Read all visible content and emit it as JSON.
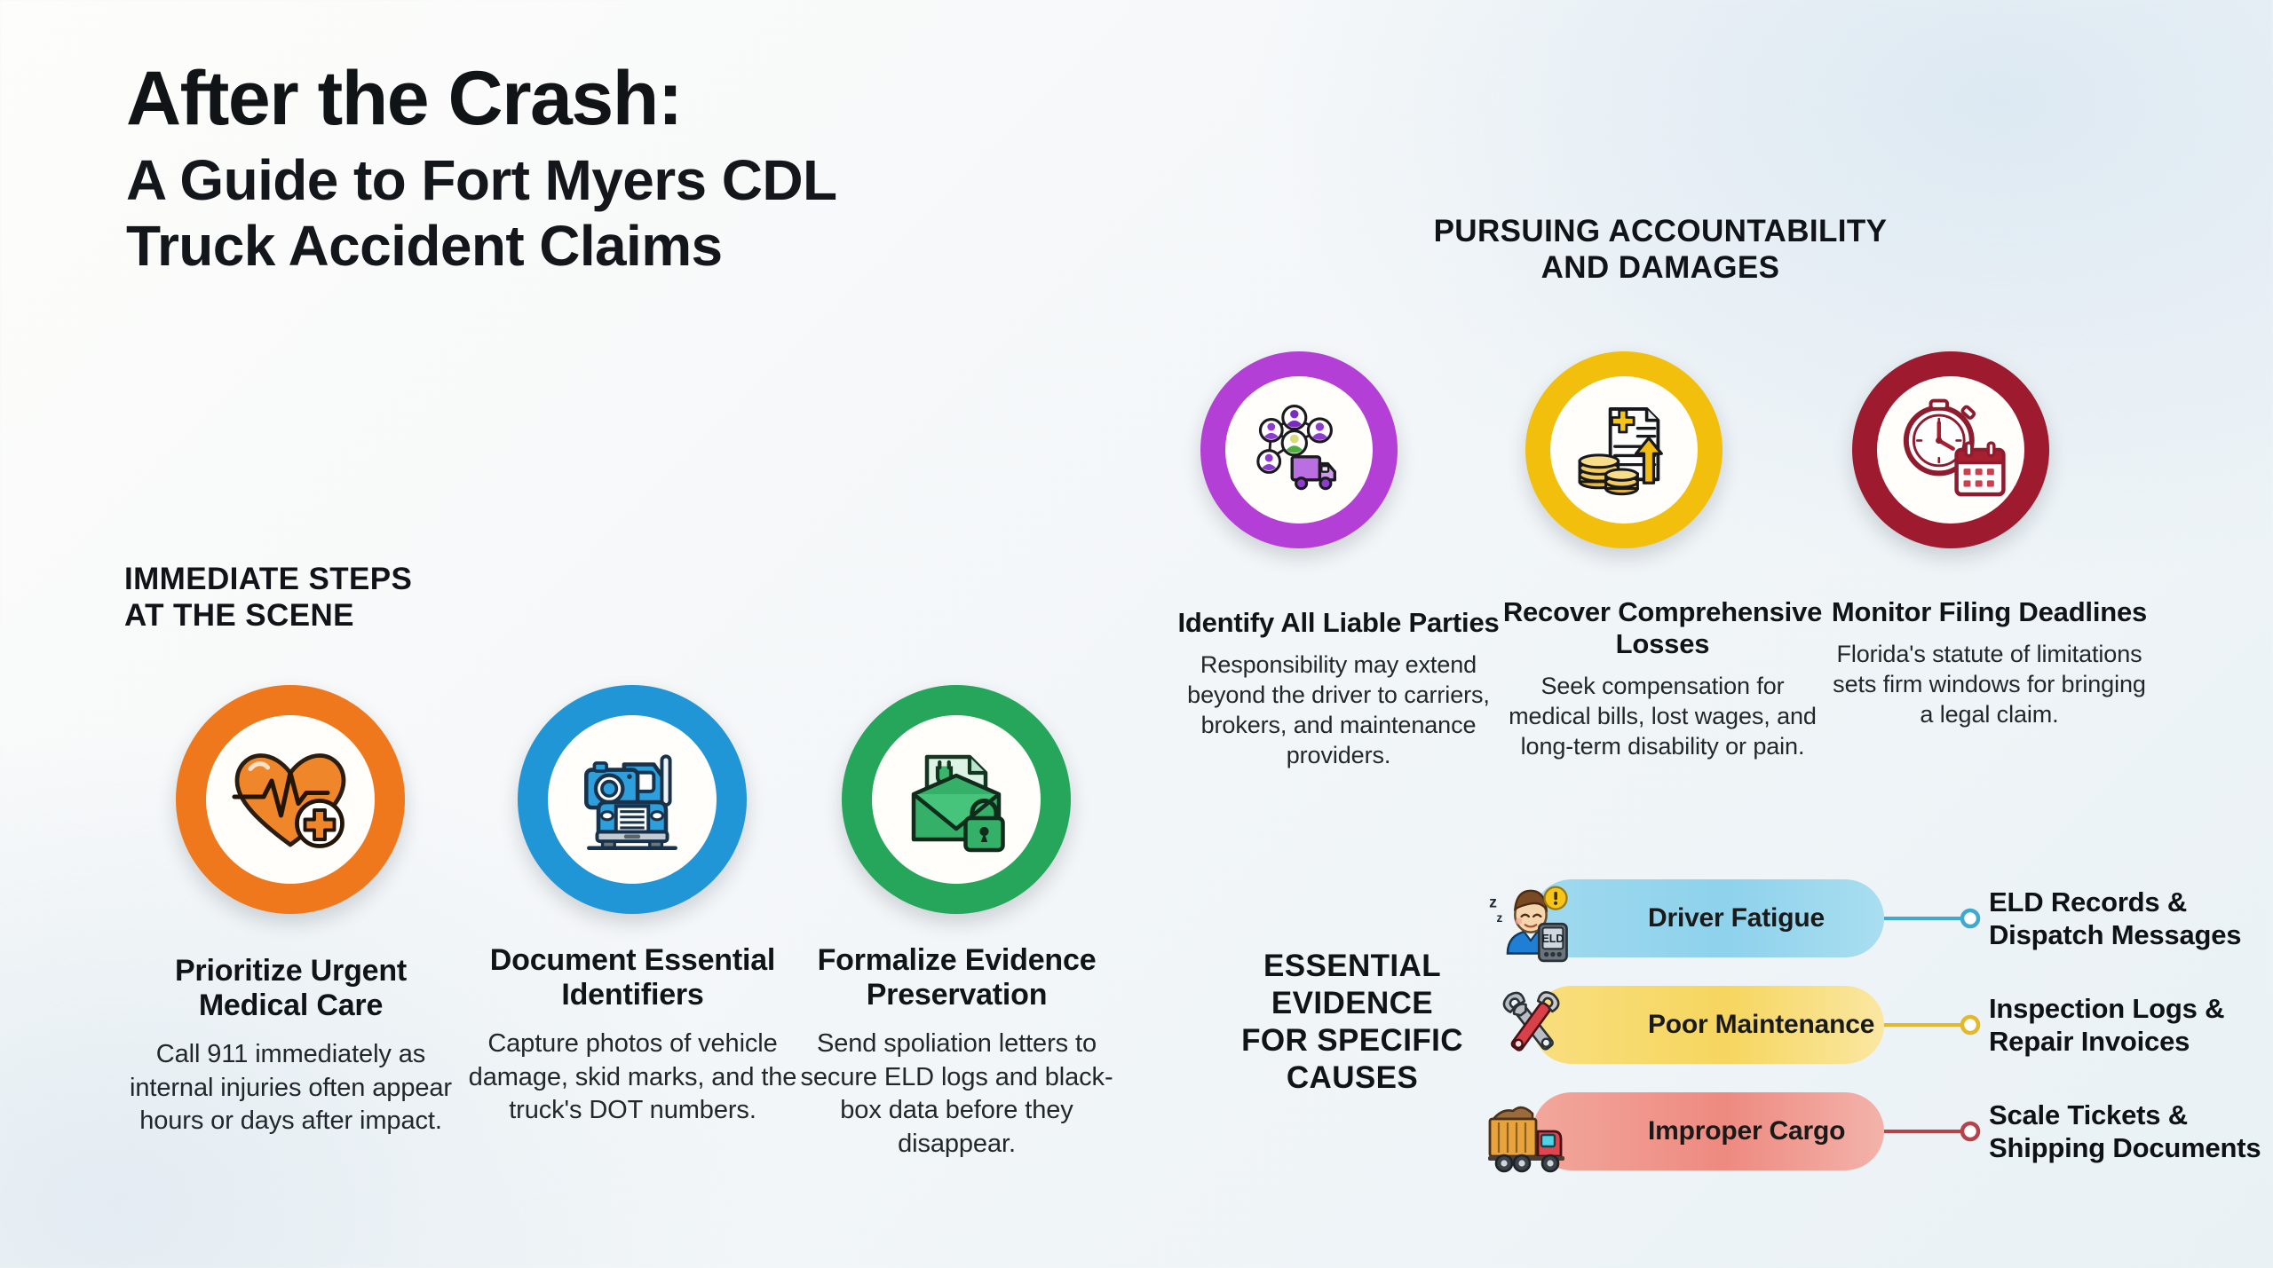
{
  "title": {
    "main": "After the Crash:",
    "sub_line1": "A Guide to Fort Myers CDL",
    "sub_line2": "Truck Accident Claims"
  },
  "sections": {
    "immediate": {
      "heading_line1": "IMMEDIATE STEPS",
      "heading_line2": "AT THE SCENE"
    },
    "pursuing": {
      "heading_line1": "PURSUING ACCOUNTABILITY",
      "heading_line2": "AND DAMAGES"
    },
    "evidence": {
      "heading_line1": "ESSENTIAL",
      "heading_line2": "EVIDENCE",
      "heading_line3": "FOR SPECIFIC",
      "heading_line4": "CAUSES"
    }
  },
  "immediate_cards": [
    {
      "icon": "heart-pulse-medical-icon",
      "color": "#F0781C",
      "title": "Prioritize Urgent Medical Care",
      "body": "Call 911 immediately as internal injuries often appear hours or days after impact."
    },
    {
      "icon": "camera-truck-icon",
      "color": "#2196D6",
      "title": "Document Essential Identifiers",
      "body": "Capture photos of vehicle damage, skid marks, and the truck's DOT numbers."
    },
    {
      "icon": "envelope-document-lock-icon",
      "color": "#26A65B",
      "title": "Formalize Evidence Preservation",
      "body": "Send spoliation letters to secure ELD logs and black-box data before they disappear."
    }
  ],
  "pursuing_cards": [
    {
      "icon": "people-network-truck-icon",
      "color": "#B43FD6",
      "title": "Identify All Liable Parties",
      "body": "Responsibility may extend beyond the driver to carriers, brokers, and maintenance providers."
    },
    {
      "icon": "coins-invoice-arrow-icon",
      "color": "#F2C00C",
      "title": "Recover Comprehensive Losses",
      "body": "Seek compensation for medical bills, lost wages, and long-term disability or pain."
    },
    {
      "icon": "stopwatch-calendar-icon",
      "color": "#9E1B2F",
      "title": "Monitor Filing Deadlines",
      "body": "Florida's statute of limitations sets firm windows for bringing a legal claim."
    }
  ],
  "evidence_rows": [
    {
      "icon": "sleepy-driver-eld-icon",
      "pill_label": "Driver Fatigue",
      "pill_color": "#8ED2EC",
      "connector_color": "#3FA9CE",
      "text": "ELD Records & Dispatch Messages"
    },
    {
      "icon": "crossed-wrenches-icon",
      "pill_label": "Poor Maintenance",
      "pill_color": "#F6D65F",
      "connector_color": "#E3B829",
      "text": "Inspection Logs & Repair Invoices"
    },
    {
      "icon": "dump-truck-cargo-icon",
      "pill_label": "Improper Cargo",
      "pill_color": "#EE8A80",
      "connector_color": "#B5444A",
      "text": "Scale Tickets & Shipping Documents"
    }
  ]
}
